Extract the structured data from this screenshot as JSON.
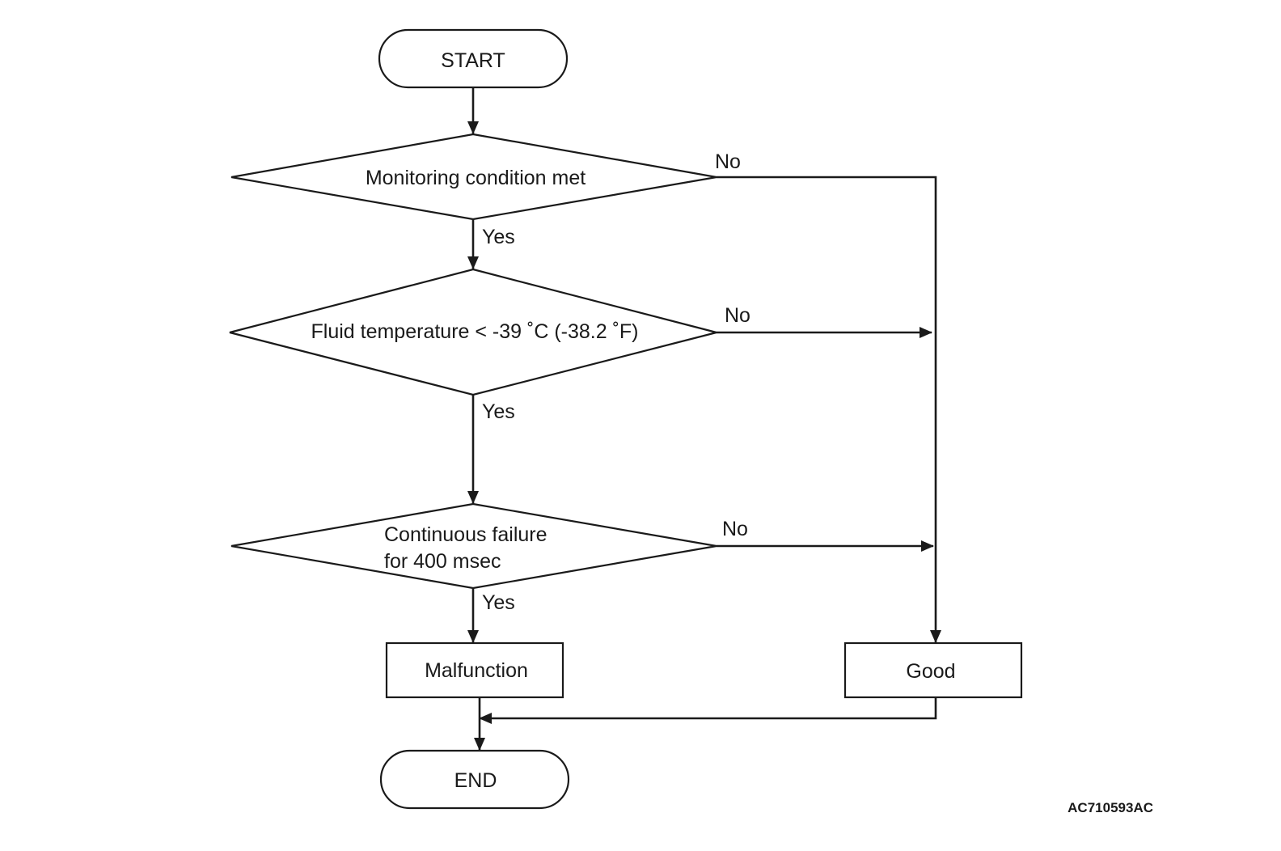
{
  "flowchart": {
    "start": "START",
    "decision_monitoring": "Monitoring condition met",
    "decision_fluid_temp": "Fluid temperature < -39 ˚C (-38.2 ˚F)",
    "decision_continuous_line1": "Continuous failure",
    "decision_continuous_line2": "for 400 msec",
    "malfunction": "Malfunction",
    "good": "Good",
    "end": "END",
    "branch_yes": "Yes",
    "branch_no": "No"
  },
  "figure_code": "AC710593AC"
}
